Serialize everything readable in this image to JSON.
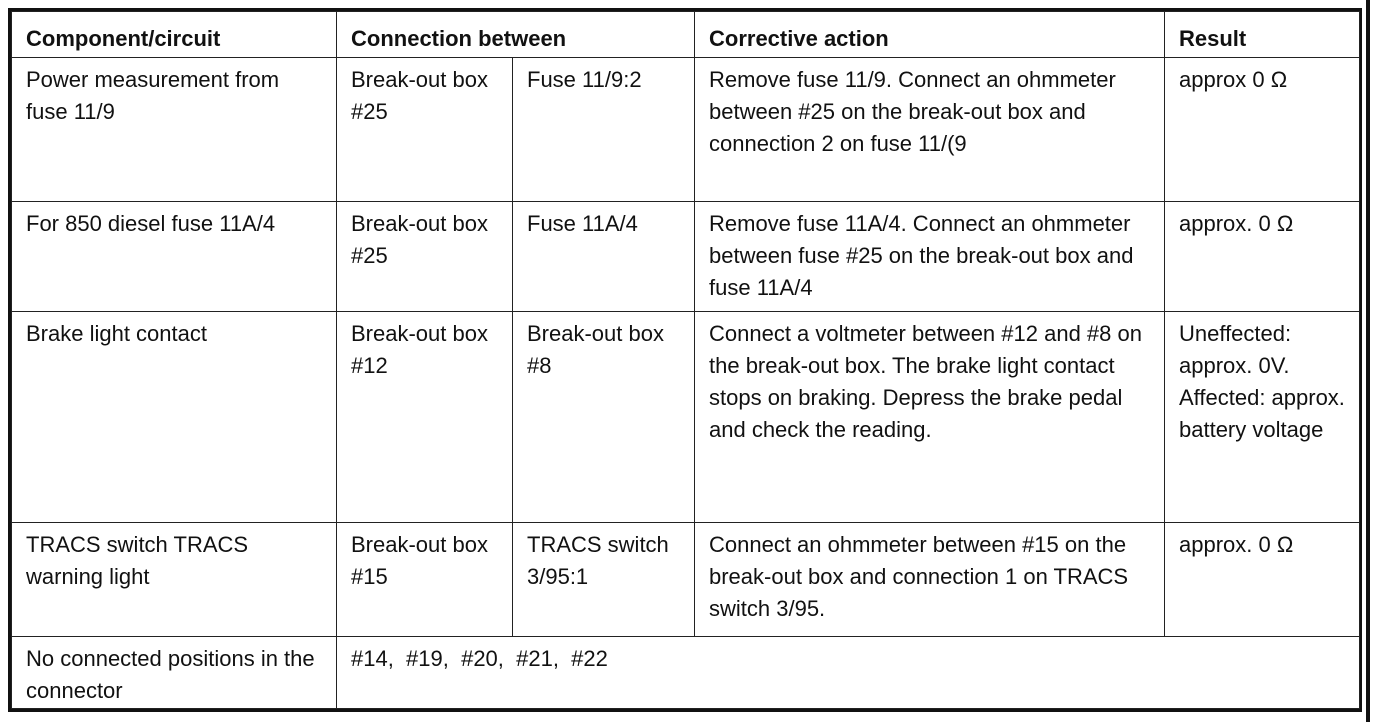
{
  "headers": {
    "component": "Component/circuit",
    "connection": "Connection between",
    "action": "Corrective action",
    "result": "Result"
  },
  "rows": [
    {
      "component": "Power measurement from fuse 11/9",
      "from": "Break-out\nbox #25",
      "to": "Fuse 11/9:2",
      "action": "Remove fuse 11/9. Connect an ohmmeter between #25 on the break-out box and connection 2 on fuse 11/(9",
      "result": "approx 0 Ω"
    },
    {
      "component": "For 850 diesel\nfuse 11A/4",
      "from": "Break-out\nbox #25",
      "to": "Fuse\n11A/4",
      "action": "Remove fuse 11A/4. Connect an ohmmeter between fuse #25 on the break-out box and fuse 11A/4",
      "result": "approx. 0 Ω"
    },
    {
      "component": "Brake light contact",
      "from": "Break-out\nbox #12",
      "to": "Break-out\nbox #8",
      "action": "Connect a voltmeter between #12 and #8 on the break-out box. The brake light contact stops on braking.\nDepress the brake pedal and check the reading.",
      "result": "Uneffected:\napprox. 0V.\nAffected:\napprox.\nbattery\nvoltage"
    },
    {
      "component": "TRACS switch\nTRACS warning light",
      "from": "Break-out\nbox #15",
      "to": "TRACS\nswitch 3/95:1",
      "action": "Connect an ohmmeter between #15 on the break-out box and connection 1 on TRACS switch 3/95.",
      "result": "approx. 0 Ω"
    }
  ],
  "last_row": {
    "component": "No connected positions in the connector",
    "positions": "#14,  #19,  #20,  #21,  #22"
  }
}
